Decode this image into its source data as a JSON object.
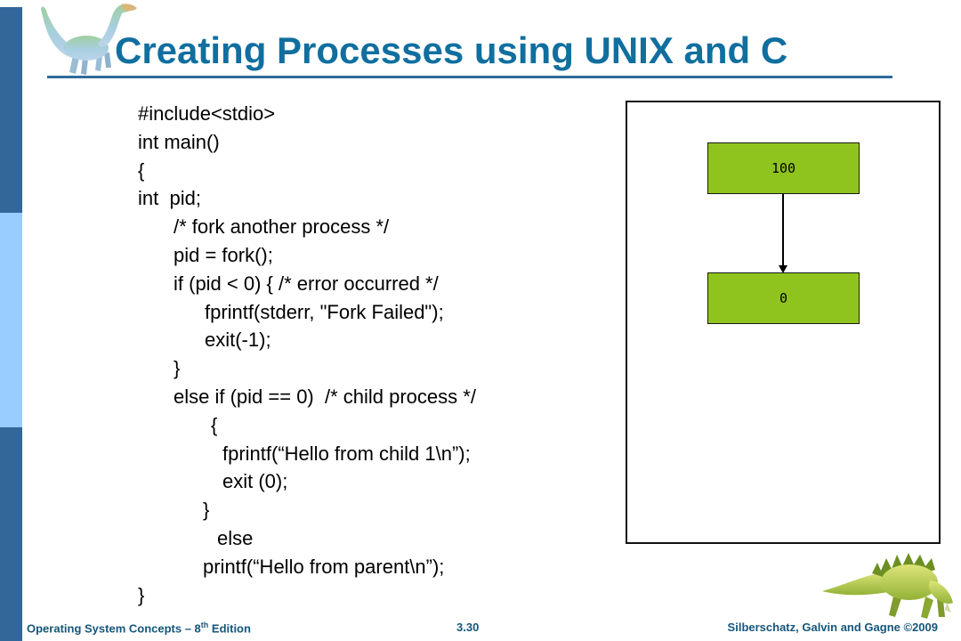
{
  "slide": {
    "title": "Creating Processes using UNIX and C",
    "page_number": "3.30",
    "footer_left_pre": "Operating System Concepts – 8",
    "footer_left_sup": "th",
    "footer_left_post": " Edition",
    "footer_right": "Silberschatz, Galvin and Gagne ©2009"
  },
  "code": {
    "lines": [
      "#include<stdio>",
      "int main()",
      "{",
      "int  pid;",
      "/* fork another process */",
      "pid = fork();",
      "if (pid < 0) { /* error occurred */",
      "fprintf(stderr, \"Fork Failed\");",
      "exit(-1);",
      "}",
      "else if (pid == 0)  /* child process */",
      "{",
      "fprintf(“Hello from child 1\\n”);",
      "exit (0);",
      "}",
      "else",
      "printf(“Hello from parent\\n”);",
      "}"
    ]
  },
  "diagram": {
    "parent_box_label": "100",
    "child_box_label": "0"
  },
  "colors": {
    "title_blue": "#106F9F",
    "footer_blue": "#16567A",
    "sidebar_dark_blue": "#336699",
    "sidebar_light_blue": "#99CCFF",
    "underline_blue": "#2F6C9C",
    "process_box_green": "#8FC41E"
  }
}
